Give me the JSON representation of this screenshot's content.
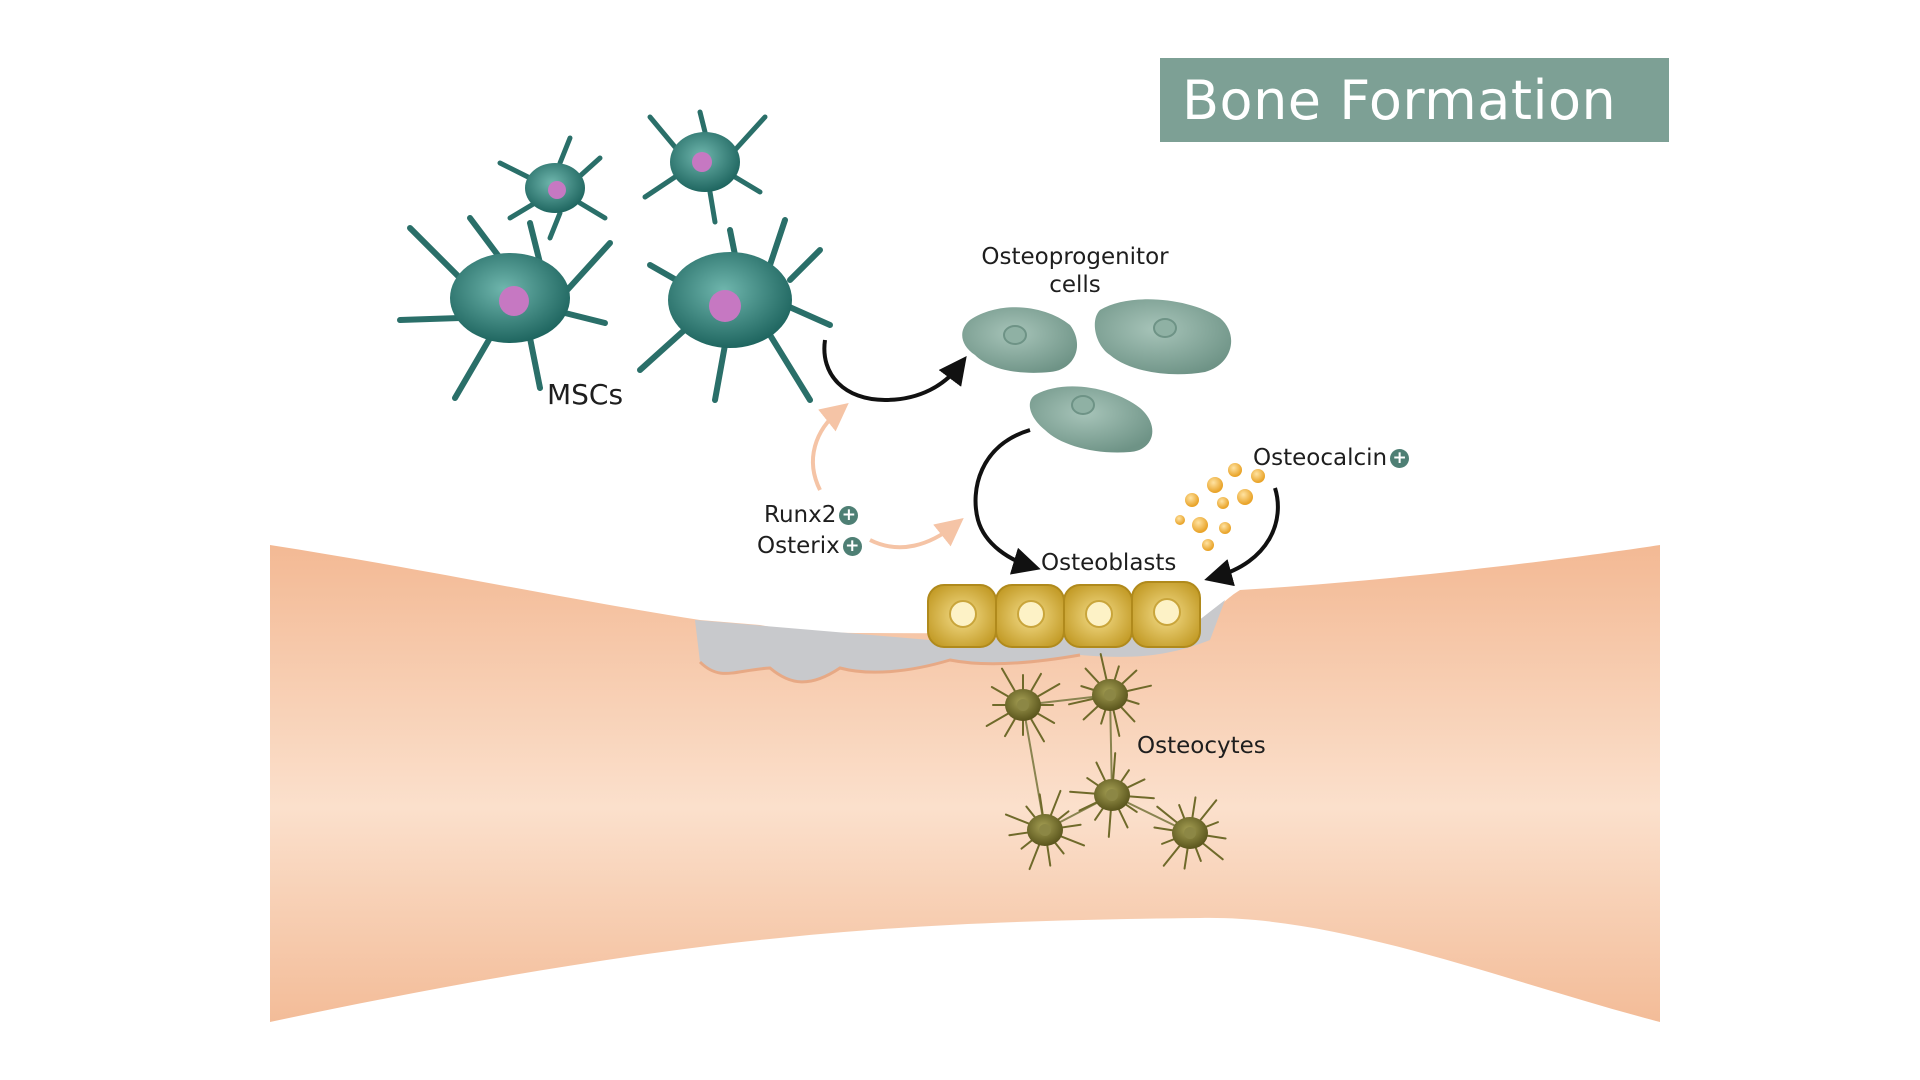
{
  "title": "Bone Formation",
  "labels": {
    "mscs": "MSCs",
    "osteoprogenitor_line1": "Osteoprogenitor",
    "osteoprogenitor_line2": "cells",
    "osteoblasts": "Osteoblasts",
    "osteocytes": "Osteocytes",
    "osteocalcin": "Osteocalcin",
    "runx2": "Runx2",
    "osterix": "Osterix"
  },
  "icons": {
    "positive_marker": "plus-circle-icon",
    "positive_marker_glyph": "+"
  },
  "colors": {
    "title_bg": "#7da095",
    "bone": "#f6c9aa",
    "msc_cell": "#2f7a74",
    "osteoprogenitor_cell": "#7fa497",
    "osteoblast_cell": "#d7b33a",
    "osteocyte_cell": "#6f6a2a",
    "osteocalcin_granule": "#f0b13a",
    "factor_arrow": "#f5c4a6"
  }
}
